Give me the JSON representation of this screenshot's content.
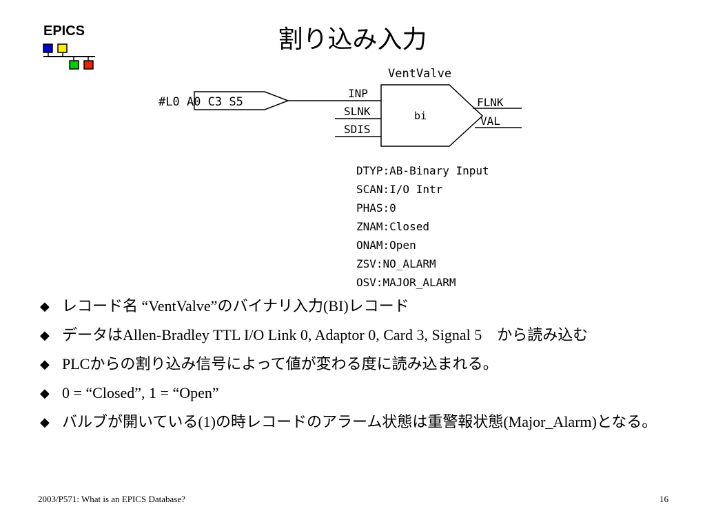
{
  "logo": {
    "text": "EPICS",
    "colors": [
      "#0000cc",
      "#ffee00",
      "#00cc00",
      "#ee2200"
    ]
  },
  "title": "割り込み入力",
  "diagram": {
    "record_name": "VentValve",
    "source_link": "#L0 A0 C3 S5",
    "record_type": "bi",
    "inputs": [
      "INP",
      "SLNK",
      "SDIS"
    ],
    "outputs": [
      "FLNK",
      "VAL"
    ],
    "fields": [
      "DTYP:AB-Binary Input",
      "SCAN:I/O Intr",
      "PHAS:0",
      "ZNAM:Closed",
      "ONAM:Open",
      "ZSV:NO_ALARM",
      "OSV:MAJOR_ALARM"
    ]
  },
  "bullets": [
    "レコード名 “VentValve”のバイナリ入力(BI)レコード",
    "データはAllen-Bradley TTL I/O Link 0, Adaptor 0, Card 3, Signal 5　から読み込む",
    "PLCからの割り込み信号によって値が変わる度に読み込まれる。",
    "0 = “Closed”, 1 = “Open”",
    "バルブが開いている(1)の時レコードのアラーム状態は重警報状態(Major_Alarm)となる。"
  ],
  "bullet_icon": "diamond-bullet-icon",
  "footer": {
    "left": "2003/P571: What is an EPICS Database?",
    "page": "16"
  }
}
